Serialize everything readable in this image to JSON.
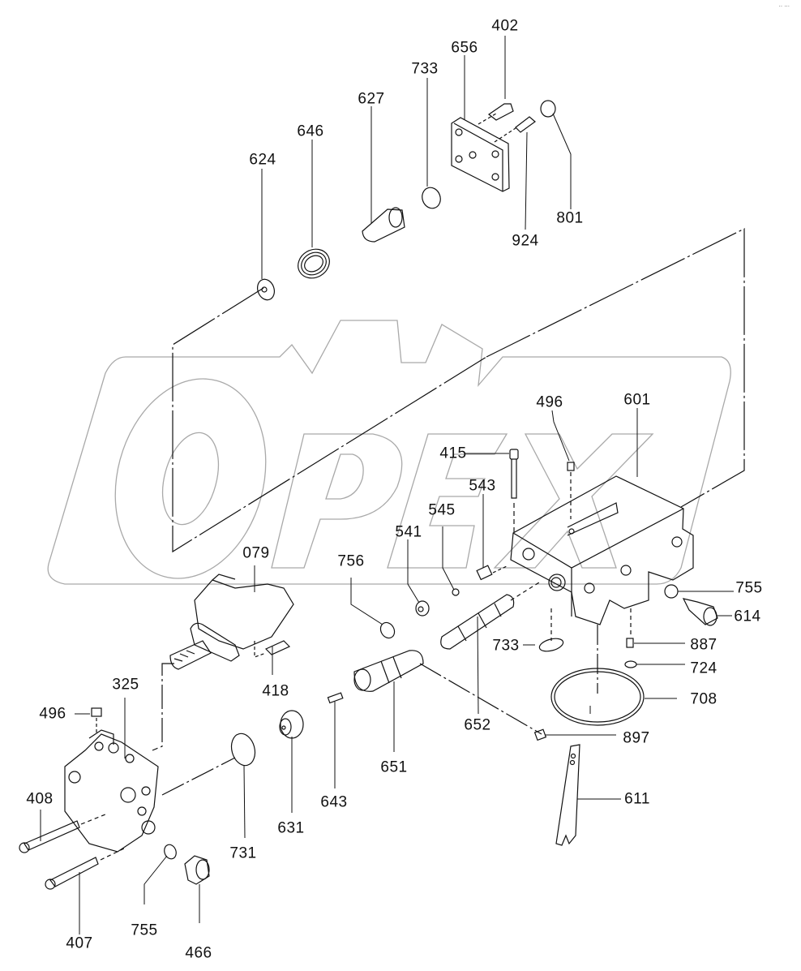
{
  "document": {
    "type": "exploded parts diagram",
    "corner_mark": "·· ···",
    "watermark": {
      "text": "OPEX",
      "color": "#a8a8a8"
    },
    "line_color": "#111111"
  },
  "labels": {
    "p402": "402",
    "p656": "656",
    "p733a": "733",
    "p627": "627",
    "p646": "646",
    "p624": "624",
    "p801": "801",
    "p924": "924",
    "p496a": "496",
    "p601": "601",
    "p415": "415",
    "p543": "543",
    "p545": "545",
    "p541": "541",
    "p756": "756",
    "p079": "079",
    "p755a": "755",
    "p614": "614",
    "p733b": "733",
    "p887": "887",
    "p724": "724",
    "p708": "708",
    "p897": "897",
    "p652": "652",
    "p651": "651",
    "p418": "418",
    "p325": "325",
    "p496b": "496",
    "p643": "643",
    "p631": "631",
    "p611": "611",
    "p731": "731",
    "p408": "408",
    "p407": "407",
    "p755b": "755",
    "p466": "466"
  }
}
